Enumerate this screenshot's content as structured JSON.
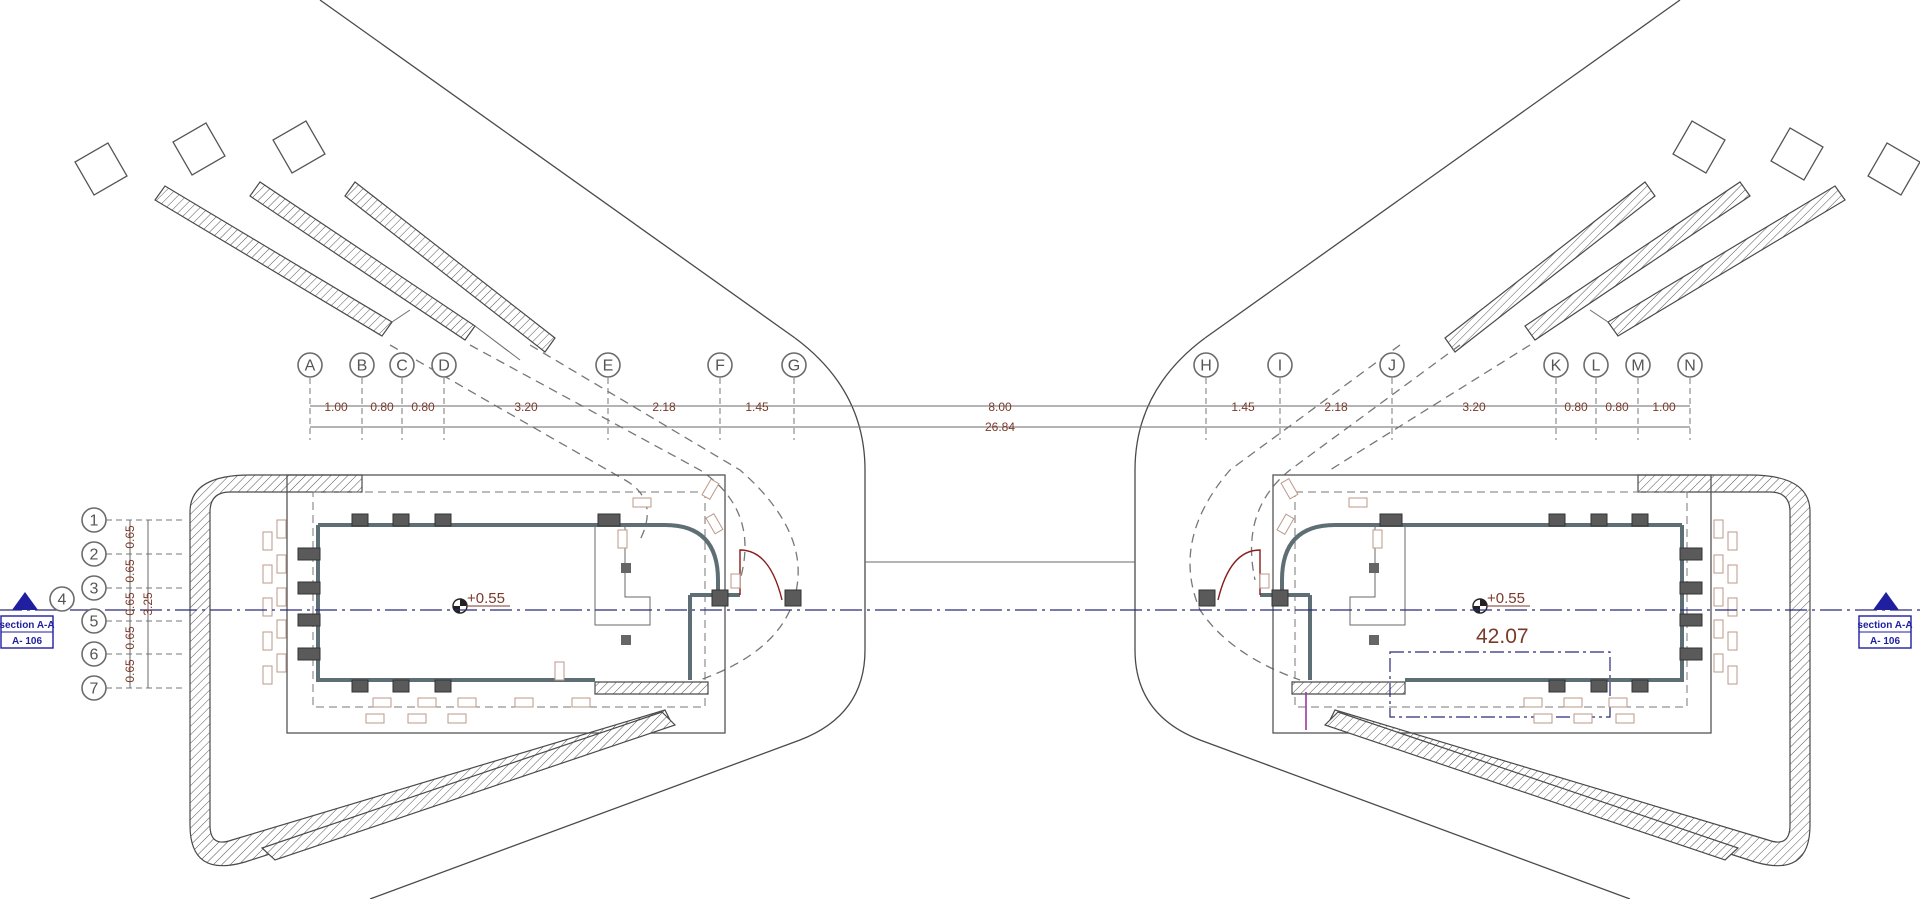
{
  "drawing": {
    "axes_top": [
      "A",
      "B",
      "C",
      "D",
      "E",
      "F",
      "G",
      "H",
      "I",
      "J",
      "K",
      "L",
      "M",
      "N"
    ],
    "axes_side": [
      "1",
      "2",
      "3",
      "4",
      "5",
      "6",
      "7"
    ],
    "dims_top": [
      "1.00",
      "0.80",
      "0.80",
      "3.20",
      "2.18",
      "1.45",
      "8.00",
      "1.45",
      "2.18",
      "3.20",
      "0.80",
      "0.80",
      "1.00"
    ],
    "dim_total": "26.84",
    "dims_side": [
      "0.65",
      "0.65",
      "0.65",
      "0.65",
      "0.65"
    ],
    "dim_side_total": "3.25",
    "level_left": "+0.55",
    "level_right": "+0.55",
    "area_right": "42.07",
    "section_left": {
      "title": "section A-A",
      "ref": "A- 106"
    },
    "section_right": {
      "title": "section A-A",
      "ref": "A- 106"
    },
    "colors": {
      "line": "#4a4a4a",
      "centerline": "#2a2a7a",
      "section_marker": "#1f1fa0",
      "dim_text": "#7a3a2a",
      "room_wall": "#5d6f74",
      "door": "#8b1c1c"
    }
  }
}
